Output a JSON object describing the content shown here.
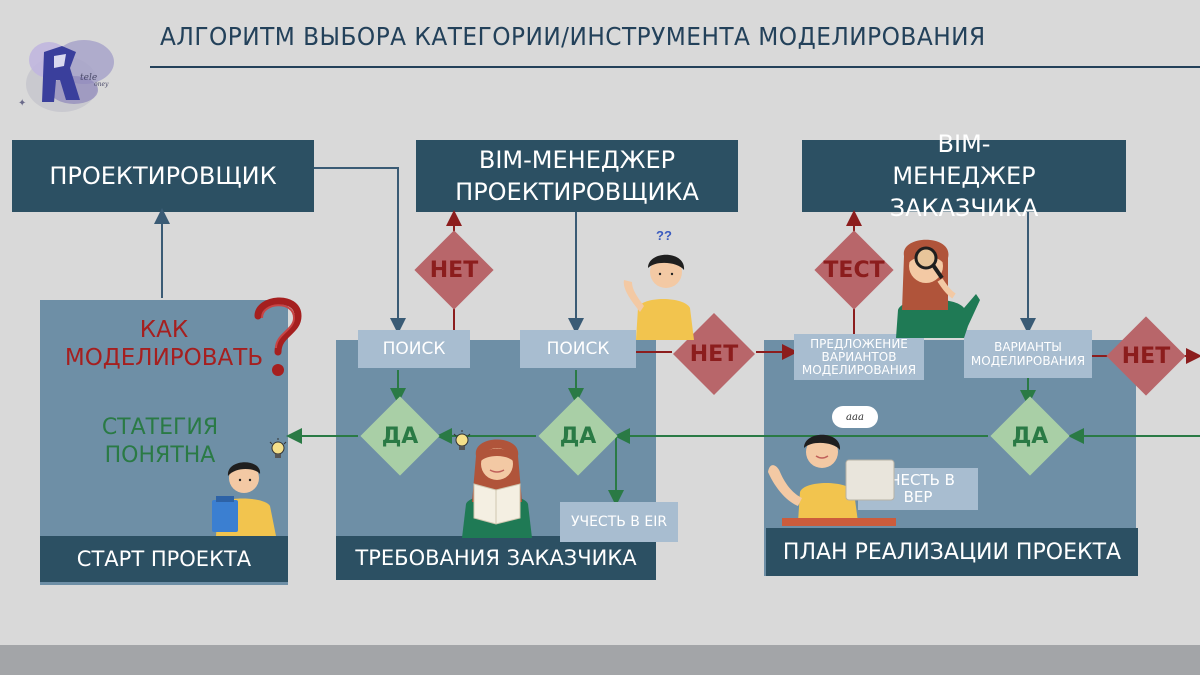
{
  "title": "АЛГОРИТМ ВЫБОРА КАТЕГОРИИ/ИНСТРУМЕНТА МОДЕЛИРОВАНИЯ",
  "logo": {
    "text": "tele oney",
    "icon": "logo-icon"
  },
  "boxes": {
    "designer": "ПРОЕКТИРОВЩИК",
    "bim_designer": "BIM-МЕНЕДЖЕР ПРОЕКТИРОВЩИКА",
    "bim_client": "BIM-МЕНЕДЖЕР ЗАКАЗЧИКА"
  },
  "panels": {
    "start": "СТАРТ ПРОЕКТА",
    "requirements": "ТРЕБОВАНИЯ ЗАКАЗЧИКА",
    "plan": "ПЛАН РЕАЛИЗАЦИИ ПРОЕКТА"
  },
  "start_panel": {
    "question": "КАК МОДЕЛИРОВАТЬ",
    "strategy": "СТАТЕГИЯ ПОНЯТНА"
  },
  "labels": {
    "search1": "ПОИСК",
    "search2": "ПОИСК",
    "proposal": "ПРЕДЛОЖЕНИЕ ВАРИАНТОВ МОДЕЛИРОВАНИЯ",
    "variants": "ВАРИАНТЫ МОДЕЛИРОВАНИЯ",
    "eir": "УЧЕСТЬ В EIR",
    "bep": "УЧЕСТЬ В BEP"
  },
  "diamonds": {
    "no1": "НЕТ",
    "no2": "НЕТ",
    "no3": "НЕТ",
    "test": "ТЕСТ",
    "yes1": "ДА",
    "yes2": "ДА",
    "yes3": "ДА"
  },
  "decor": {
    "question_mark_small": "??",
    "speech": "ааа",
    "big_question": "?"
  },
  "colors": {
    "dark": "#2c5063",
    "panel": "#6e8fa6",
    "label": "#a8bdd0",
    "no_diamond": "#b8666a",
    "yes_diamond": "#a9cfa6",
    "arrow_red": "#8c1d1d",
    "arrow_green": "#2a7a45",
    "arrow_blue": "#3a5b75"
  }
}
